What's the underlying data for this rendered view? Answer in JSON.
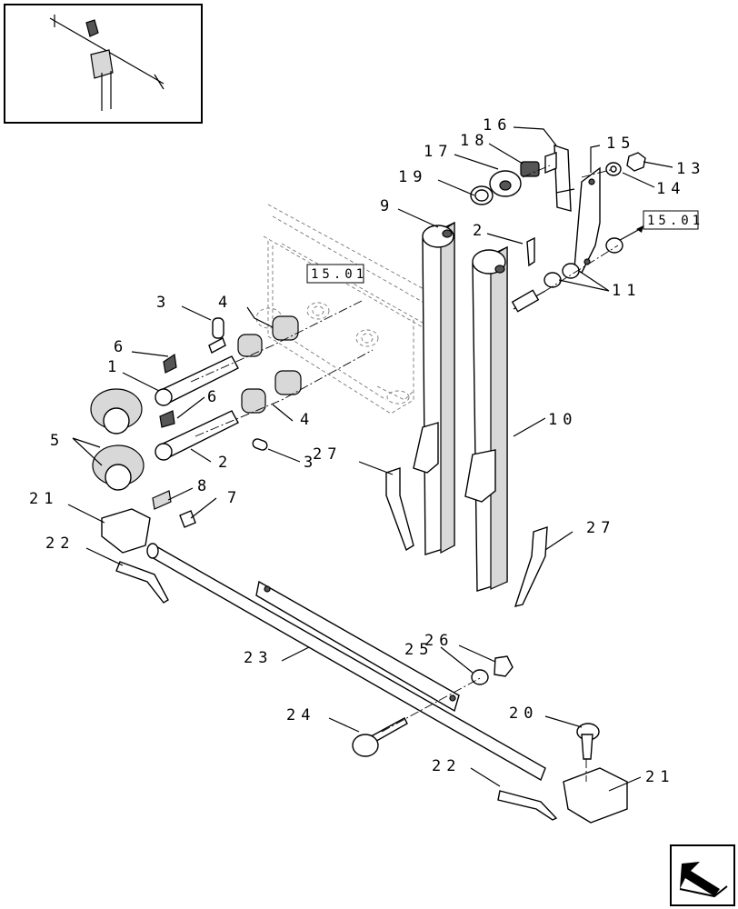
{
  "callouts": {
    "c1": "1",
    "c2a": "2",
    "c2b": "2",
    "c3a": "3",
    "c3b": "3",
    "c4a": "4",
    "c4b": "4",
    "c5": "5",
    "c6a": "6",
    "c6b": "6",
    "c7": "7",
    "c8": "8",
    "c9": "9",
    "c10": "10",
    "c11": "11",
    "c13": "13",
    "c14": "14",
    "c15": "15",
    "c16": "16",
    "c17": "17",
    "c18": "18",
    "c19": "19",
    "c20": "20",
    "c21a": "21",
    "c21b": "21",
    "c22a": "22",
    "c22b": "22",
    "c23": "23",
    "c24": "24",
    "c25": "25",
    "c26": "26",
    "c27a": "27",
    "c27b": "27"
  },
  "references": {
    "ref_left": "15.01",
    "ref_right": "15.01"
  },
  "icons": {
    "thumbnail": "overview-thumbnail",
    "nav": "arrow-navigation-icon"
  }
}
